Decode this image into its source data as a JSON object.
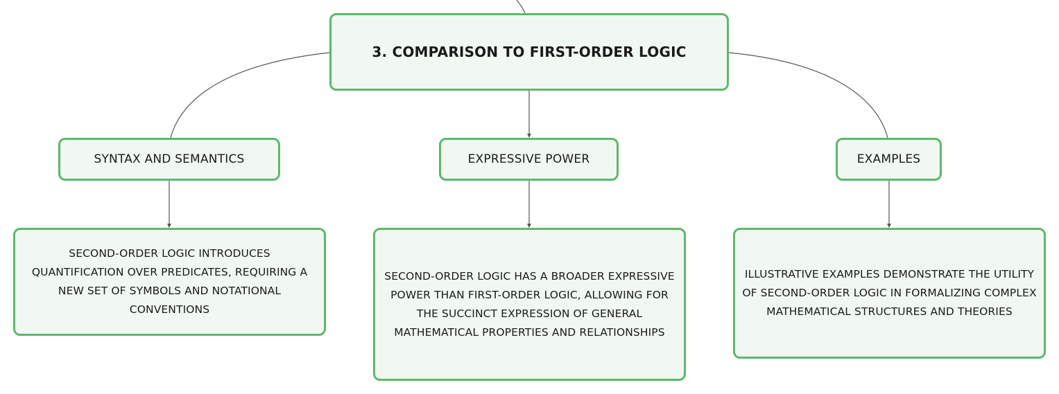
{
  "diagram": {
    "root": {
      "label": "3. COMPARISON TO FIRST-ORDER LOGIC"
    },
    "topics": [
      {
        "label": "SYNTAX AND SEMANTICS",
        "detail": "SECOND-ORDER LOGIC INTRODUCES QUANTIFICATION OVER PREDICATES, REQUIRING A NEW SET OF SYMBOLS AND NOTATIONAL CONVENTIONS"
      },
      {
        "label": "EXPRESSIVE POWER",
        "detail": "SECOND-ORDER LOGIC HAS A BROADER EXPRESSIVE POWER THAN FIRST-ORDER LOGIC, ALLOWING FOR THE SUCCINCT EXPRESSION OF GENERAL MATHEMATICAL PROPERTIES AND RELATIONSHIPS"
      },
      {
        "label": "EXAMPLES",
        "detail": "ILLUSTRATIVE EXAMPLES DEMONSTRATE THE UTILITY OF SECOND-ORDER LOGIC IN FORMALIZING COMPLEX MATHEMATICAL STRUCTURES AND THEORIES"
      }
    ],
    "colors": {
      "node_border": "#5cb86a",
      "node_fill": "#f1f8f2",
      "connector": "#555555",
      "text": "#1a1a1a"
    }
  }
}
